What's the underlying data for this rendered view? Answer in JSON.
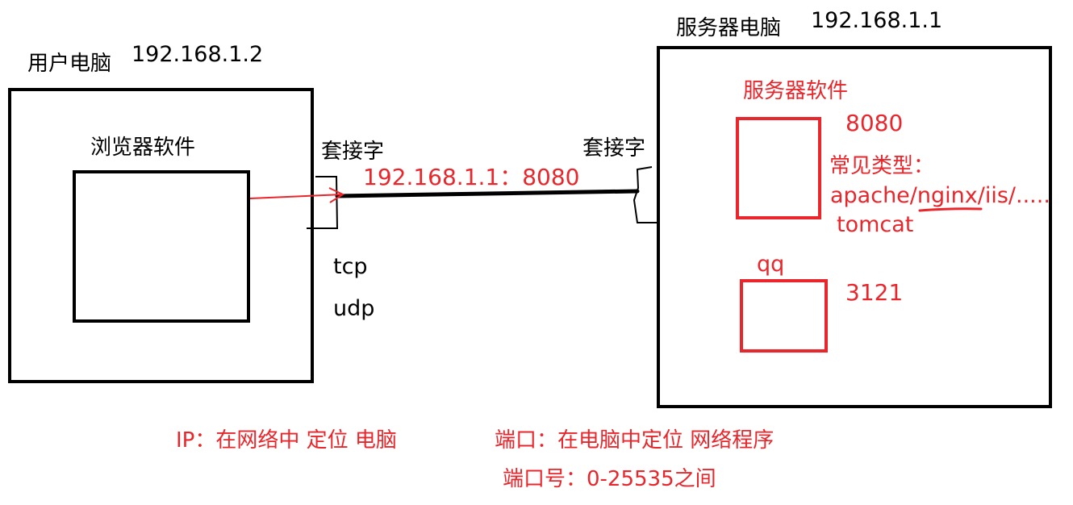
{
  "client": {
    "title": "用户电脑",
    "ip": "192.168.1.2",
    "browser_label": "浏览器软件",
    "socket_label": "套接字",
    "protocols": [
      "tcp",
      "udp"
    ]
  },
  "connection": {
    "target": "192.168.1.1：8080"
  },
  "server": {
    "title": "服务器电脑",
    "ip": "192.168.1.1",
    "socket_label": "套接字",
    "software_label": "服务器软件",
    "software_port": "8080",
    "common_types_label": "常见类型：",
    "common_types_1": "apache/nginx/iis/.....",
    "common_types_2": "tomcat",
    "qq_label": "qq",
    "qq_port": "3121"
  },
  "notes": {
    "ip_note": "IP：在网络中 定位 电脑",
    "port_note": "端口：在电脑中定位 网络程序",
    "port_range": "端口号：0-25535之间"
  },
  "colors": {
    "black": "#000000",
    "red": "#e8262b"
  }
}
